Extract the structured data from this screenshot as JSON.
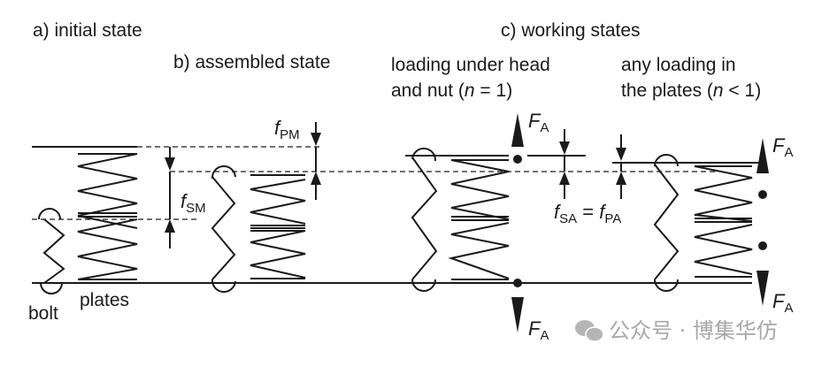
{
  "headings": {
    "initial": "a) initial state",
    "assembled": "b) assembled state",
    "working": "c) working states",
    "case1_line1": "loading under head",
    "case1_line2_pre": "and nut (",
    "case1_line2_var": "n",
    "case1_line2_post": " = 1)",
    "case2_line1": "any loading in",
    "case2_line2_pre": "the plates (",
    "case2_line2_var": "n",
    "case2_line2_post": " < 1)"
  },
  "labels": {
    "bolt": "bolt",
    "plates": "plates"
  },
  "symbols": {
    "f": "f",
    "pm_sub": "PM",
    "sm_sub": "SM",
    "sa_sub": "SA",
    "pa_sub": "PA",
    "equals": " = ",
    "F": "F",
    "a_sub": "A"
  },
  "watermark": {
    "icon": "wechat-icon",
    "text": "公众号 · 博集华仿"
  },
  "colors": {
    "ink": "#1a1a1a",
    "watermark": "#a8a8a8"
  }
}
